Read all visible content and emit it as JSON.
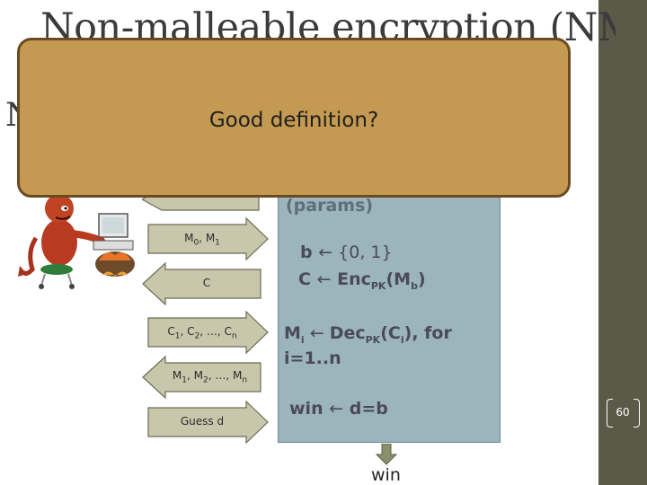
{
  "slide": {
    "title": "Non-malleable encryption (NM",
    "title_fragment": "N",
    "popup_text": "Good definition?",
    "slide_number": "60"
  },
  "arrows": {
    "params_label": "",
    "m0m1": {
      "m": "M",
      "s0": "0",
      "comma": ", M",
      "s1": "1"
    },
    "c": "C",
    "ciphers": {
      "c1": "C",
      "s1": "1",
      "c2": ", C",
      "s2": "2",
      "dots": ", …, C",
      "sn": "n"
    },
    "messages": {
      "m1": "M",
      "s1": "1",
      "m2": ", M",
      "s2": "2",
      "dots": ", …, M",
      "sn": "n"
    },
    "guess": "Guess d"
  },
  "challenger": {
    "params": "(params)",
    "b_choice": {
      "b": "b ",
      "arrow": "←",
      "set": " {0, 1}"
    },
    "enc": {
      "c": "C ",
      "arrow": "←",
      "fn": " Enc",
      "sub": "PK",
      "open": "(M",
      "bsub": "b",
      "close": ")"
    },
    "dec": {
      "m": "M",
      "isub": "i",
      "arrow": " ← ",
      "fn": "Dec",
      "sub": "PK",
      "open": "(C",
      "csub": "i",
      "close": "),   for"
    },
    "dec_range": "i=1..n",
    "win_line": {
      "w": "win ",
      "arrow": "←",
      "rest": " d=b"
    }
  },
  "output": {
    "win": "win"
  },
  "colors": {
    "popup": "#c49a52",
    "challenger": "#9cb5bd",
    "sidebar": "#5b5a49",
    "arrow": "#c8c7ac"
  }
}
